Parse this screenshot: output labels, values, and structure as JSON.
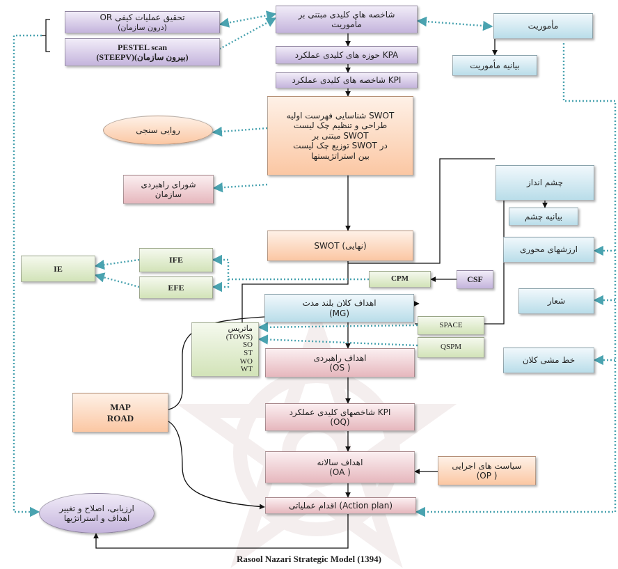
{
  "colors": {
    "purple": "#c4b4dc",
    "blue": "#b9dde9",
    "orange": "#fbc7a3",
    "pink": "#e6b7bd",
    "green": "#d2e3b8",
    "dotted_connector": "#5aaab5"
  },
  "nodes": {
    "or_research": {
      "line1": "OR تحقیق عملیات کیفی",
      "line2": "(درون سازمان)"
    },
    "pestel": {
      "line1": "PESTEL scan",
      "line2": "(STEEPV)(بیرون سازمان)"
    },
    "mission_indicators": {
      "line1": "شاخصه های کلیدی مبتنی بر",
      "line2": "مأموریت"
    },
    "kpa": {
      "line1": "حوزه های کلیدی عملکرد KPA"
    },
    "kpi_top": {
      "line1": "شاخصه های کلیدی عملکرد KPI"
    },
    "swot_list": {
      "line1": "شناسایی فهرست اولیه SWOT",
      "line2": "طراحی و تنظیم چک لیست",
      "line3": "مبتنی بر SWOT",
      "line4": "توزیع چک لیست SWOT در",
      "line5": "بین استراتژیستها"
    },
    "validity": {
      "line1": "روایی سنجی"
    },
    "strategy_council": {
      "line1": "شورای راهبردی",
      "line2": "سازمان"
    },
    "mission": {
      "line1": "مأموریت"
    },
    "mission_statement": {
      "line1": "بیانیه مأموریت"
    },
    "vision": {
      "line1": "چشم انداز"
    },
    "vision_statement": {
      "line1": "بیانیه چشم"
    },
    "core_values": {
      "line1": "ارزشهای محوری"
    },
    "slogan": {
      "line1": "شعار"
    },
    "policy": {
      "line1": "خط مشی کلان"
    },
    "swot_final": {
      "line1": "SWOT (نهایی)"
    },
    "ife": {
      "line1": "IFE"
    },
    "efe": {
      "line1": "EFE"
    },
    "ie": {
      "line1": "IE"
    },
    "cpm": {
      "line1": "CPM"
    },
    "csf": {
      "line1": "CSF"
    },
    "mg": {
      "line1": "اهداف کلان بلند مدت",
      "line2": "(MG)"
    },
    "tows": {
      "line1": "ماتریس",
      "line2": "(TOWS)",
      "line3": "SO",
      "line4": "ST",
      "line5": "WO",
      "line6": "WT"
    },
    "space": {
      "line1": "SPACE"
    },
    "qspm": {
      "line1": "QSPM"
    },
    "os": {
      "line1": "اهداف راهبردی",
      "line2": "(OS )"
    },
    "map_road": {
      "line1": "MAP",
      "line2": "ROAD"
    },
    "oq": {
      "line1": "شاخصهای کلیدی عملکرد KPI",
      "line2": "(OQ)"
    },
    "oa": {
      "line1": "اهداف سالانه",
      "line2": "(OA )"
    },
    "op": {
      "line1": "سیاست های اجرایی",
      "line2": "(OP )"
    },
    "action_plan": {
      "line1": "اقدام عملیاتی (Action plan)"
    },
    "evaluation": {
      "line1": "ارزیابی، اصلاح و تغییر",
      "line2": "اهداف و استراتژیها"
    }
  },
  "caption": "Rasool Nazari Strategic Model (1394)"
}
